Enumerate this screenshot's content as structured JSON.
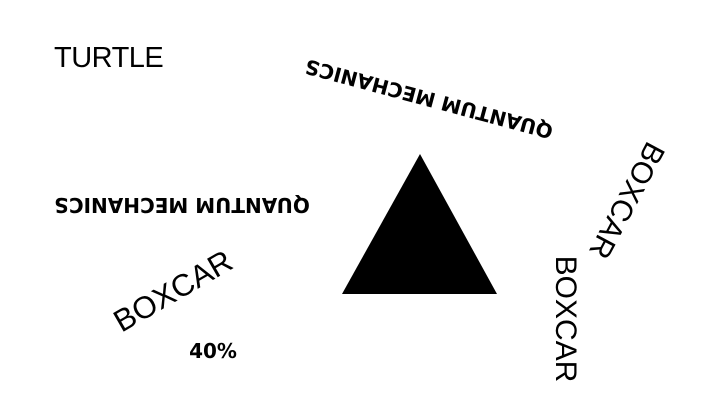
{
  "words": {
    "turtle": "TURTLE",
    "quantum_top": "QUANTUM MECHANICS",
    "quantum_mid": "QUANTUM MECHANICS",
    "boxcar_right": "BOXCAR",
    "boxcar_vertical": "BOXCAR",
    "boxcar_left": "BOXCAR",
    "percent": "40%"
  },
  "shapes": {
    "triangle": {
      "fill": "#000000"
    }
  },
  "colors": {
    "background": "#ffffff",
    "ink": "#000000"
  }
}
